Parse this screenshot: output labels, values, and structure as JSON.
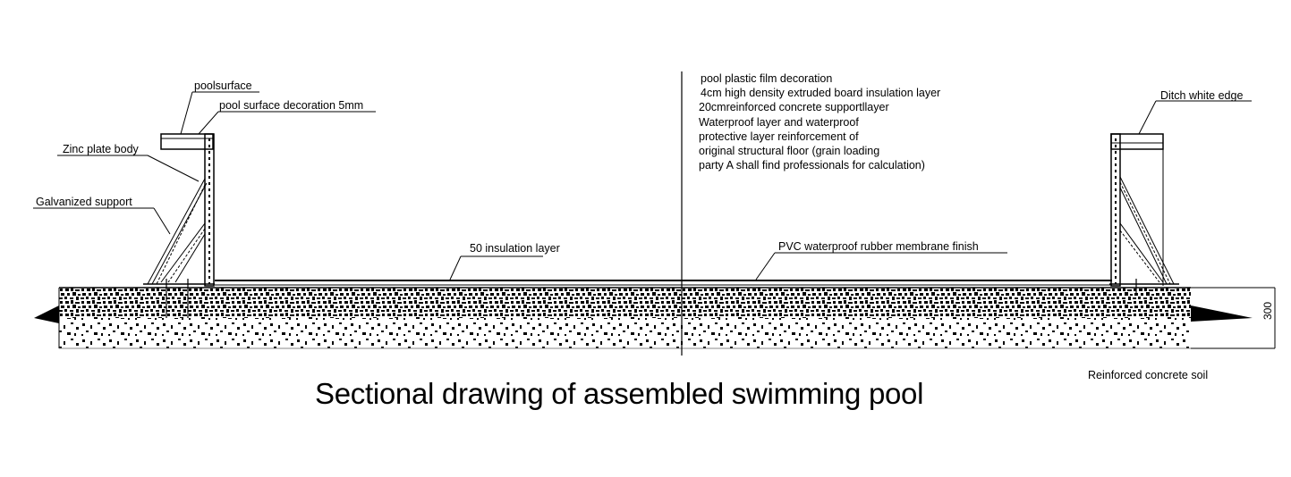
{
  "title": "Sectional drawing of assembled swimming pool",
  "left_labels": {
    "poolsurface": "poolsurface",
    "pool_surface_decoration": "pool surface decoration 5mm",
    "zinc_plate_body": "Zinc plate body",
    "galvanized_support": "Galvanized support"
  },
  "right_labels": {
    "ditch_white_edge": "Ditch white edge"
  },
  "floor_labels": {
    "insulation": "50  insulation layer",
    "pvc": "PVC waterproof rubber membrane finish"
  },
  "notes": [
    "pool plastic film decoration",
    "4cm high density extruded board insulation layer",
    "20cmreinforced concrete supportllayer",
    "Waterproof layer and waterproof",
    "protective layer reinforcement of",
    "original structural floor (grain loading",
    "party A shall find professionals for calculation)"
  ],
  "soil_label": "Reinforced concrete soil",
  "dimension": "300",
  "colors": {
    "line": "#000000",
    "background": "#ffffff"
  }
}
